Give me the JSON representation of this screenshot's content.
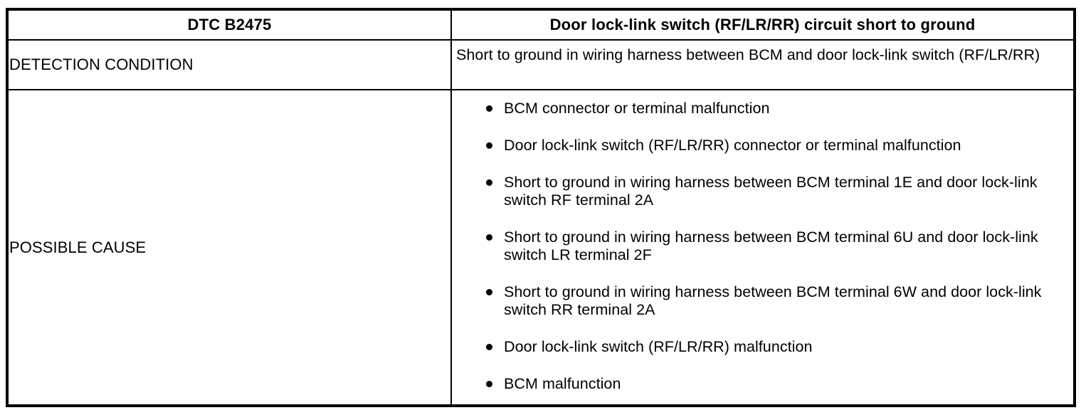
{
  "table": {
    "title_row": {
      "code_label": "DTC B2475",
      "description": "Door lock-link switch (RF/LR/RR) circuit short to ground"
    },
    "detection_row": {
      "label": "DETECTION CONDITION",
      "text": "Short to ground in wiring harness between BCM and door lock-link switch (RF/LR/RR)"
    },
    "cause_row": {
      "label": "POSSIBLE CAUSE",
      "bullet_icon": "bullet-dot-icon",
      "items": [
        "BCM connector or terminal malfunction",
        "Door lock-link switch (RF/LR/RR) connector or terminal malfunction",
        "Short to ground in wiring harness between BCM terminal 1E and door lock-link switch RF terminal 2A",
        "Short to ground in wiring harness between BCM terminal 6U and door lock-link switch LR terminal 2F",
        "Short to ground in wiring harness between BCM terminal 6W and door lock-link switch RR terminal 2A",
        "Door lock-link switch (RF/LR/RR) malfunction",
        "BCM malfunction"
      ]
    }
  },
  "colors": {
    "border": "#000000",
    "text": "#000000",
    "background": "#ffffff"
  }
}
